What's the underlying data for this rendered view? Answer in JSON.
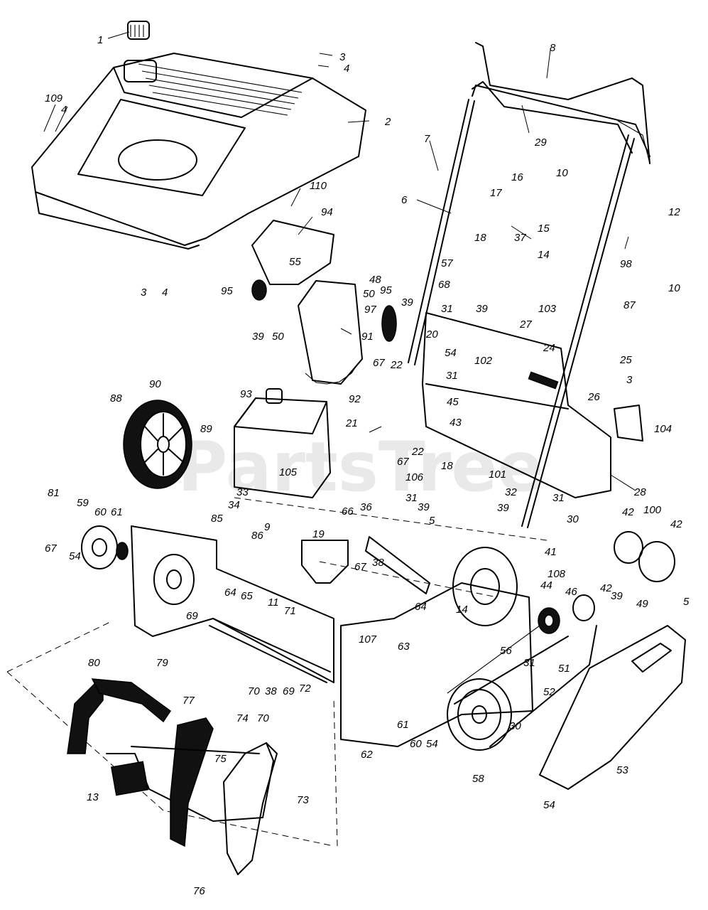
{
  "watermark": "PartsTree",
  "callouts": [
    {
      "id": "c1",
      "text": "1"
    },
    {
      "id": "c2",
      "text": "2"
    },
    {
      "id": "c3a",
      "text": "3"
    },
    {
      "id": "c4a",
      "text": "4"
    },
    {
      "id": "c109",
      "text": "109"
    },
    {
      "id": "c4b",
      "text": "4"
    },
    {
      "id": "c110",
      "text": "110"
    },
    {
      "id": "c3b",
      "text": "3"
    },
    {
      "id": "c4c",
      "text": "4"
    },
    {
      "id": "c94",
      "text": "94"
    },
    {
      "id": "c8",
      "text": "8"
    },
    {
      "id": "c29",
      "text": "29"
    },
    {
      "id": "c7",
      "text": "7"
    },
    {
      "id": "c6",
      "text": "6"
    },
    {
      "id": "c16",
      "text": "16"
    },
    {
      "id": "c17",
      "text": "17"
    },
    {
      "id": "c10a",
      "text": "10"
    },
    {
      "id": "c12",
      "text": "12"
    },
    {
      "id": "c15",
      "text": "15"
    },
    {
      "id": "c18a",
      "text": "18"
    },
    {
      "id": "c37",
      "text": "37"
    },
    {
      "id": "c14a",
      "text": "14"
    },
    {
      "id": "c98",
      "text": "98"
    },
    {
      "id": "c10b",
      "text": "10"
    },
    {
      "id": "c55",
      "text": "55"
    },
    {
      "id": "c48",
      "text": "48"
    },
    {
      "id": "c50a",
      "text": "50"
    },
    {
      "id": "c57",
      "text": "57"
    },
    {
      "id": "c95a",
      "text": "95"
    },
    {
      "id": "c95b",
      "text": "95"
    },
    {
      "id": "c97",
      "text": "97"
    },
    {
      "id": "c68",
      "text": "68"
    },
    {
      "id": "c39a",
      "text": "39"
    },
    {
      "id": "c50b",
      "text": "50"
    },
    {
      "id": "c39b",
      "text": "39"
    },
    {
      "id": "c31a",
      "text": "31"
    },
    {
      "id": "c39c",
      "text": "39"
    },
    {
      "id": "c87",
      "text": "87"
    },
    {
      "id": "c103",
      "text": "103"
    },
    {
      "id": "c91",
      "text": "91"
    },
    {
      "id": "c20",
      "text": "20"
    },
    {
      "id": "c27",
      "text": "27"
    },
    {
      "id": "c24",
      "text": "24"
    },
    {
      "id": "c54a",
      "text": "54"
    },
    {
      "id": "c102",
      "text": "102"
    },
    {
      "id": "c25",
      "text": "25"
    },
    {
      "id": "c67a",
      "text": "67"
    },
    {
      "id": "c22a",
      "text": "22"
    },
    {
      "id": "c31b",
      "text": "31"
    },
    {
      "id": "c90",
      "text": "90"
    },
    {
      "id": "c92",
      "text": "92"
    },
    {
      "id": "c3c",
      "text": "3"
    },
    {
      "id": "c93",
      "text": "93"
    },
    {
      "id": "c45",
      "text": "45"
    },
    {
      "id": "c26",
      "text": "26"
    },
    {
      "id": "c88",
      "text": "88"
    },
    {
      "id": "c43",
      "text": "43"
    },
    {
      "id": "c104",
      "text": "104"
    },
    {
      "id": "c21",
      "text": "21"
    },
    {
      "id": "c89",
      "text": "89"
    },
    {
      "id": "c22b",
      "text": "22"
    },
    {
      "id": "c67b",
      "text": "67"
    },
    {
      "id": "c18b",
      "text": "18"
    },
    {
      "id": "c101",
      "text": "101"
    },
    {
      "id": "c105",
      "text": "105"
    },
    {
      "id": "c106",
      "text": "106"
    },
    {
      "id": "c32",
      "text": "32"
    },
    {
      "id": "c28",
      "text": "28"
    },
    {
      "id": "c33",
      "text": "33"
    },
    {
      "id": "c34",
      "text": "34"
    },
    {
      "id": "c36",
      "text": "36"
    },
    {
      "id": "c31c",
      "text": "31"
    },
    {
      "id": "c30a",
      "text": "30"
    },
    {
      "id": "c81",
      "text": "81"
    },
    {
      "id": "c59",
      "text": "59"
    },
    {
      "id": "c60a",
      "text": "60"
    },
    {
      "id": "c61a",
      "text": "61"
    },
    {
      "id": "c85",
      "text": "85"
    },
    {
      "id": "c66",
      "text": "66"
    },
    {
      "id": "c31d",
      "text": "31"
    },
    {
      "id": "c39d",
      "text": "39"
    },
    {
      "id": "c39e",
      "text": "39"
    },
    {
      "id": "c42a",
      "text": "42"
    },
    {
      "id": "c100",
      "text": "100"
    },
    {
      "id": "c42b",
      "text": "42"
    },
    {
      "id": "c9",
      "text": "9"
    },
    {
      "id": "c19",
      "text": "19"
    },
    {
      "id": "c5a",
      "text": "5"
    },
    {
      "id": "c67c",
      "text": "67"
    },
    {
      "id": "c54b",
      "text": "54"
    },
    {
      "id": "c86",
      "text": "86"
    },
    {
      "id": "c41",
      "text": "41"
    },
    {
      "id": "c108",
      "text": "108"
    },
    {
      "id": "c67d",
      "text": "67"
    },
    {
      "id": "c38a",
      "text": "38"
    },
    {
      "id": "c65",
      "text": "65"
    },
    {
      "id": "c11",
      "text": "11"
    },
    {
      "id": "c71",
      "text": "71"
    },
    {
      "id": "c44",
      "text": "44"
    },
    {
      "id": "c46",
      "text": "46"
    },
    {
      "id": "c42c",
      "text": "42"
    },
    {
      "id": "c39f",
      "text": "39"
    },
    {
      "id": "c49",
      "text": "49"
    },
    {
      "id": "c5b",
      "text": "5"
    },
    {
      "id": "c64a",
      "text": "64"
    },
    {
      "id": "c64b",
      "text": "64"
    },
    {
      "id": "c14b",
      "text": "14"
    },
    {
      "id": "c69a",
      "text": "69"
    },
    {
      "id": "c107",
      "text": "107"
    },
    {
      "id": "c63",
      "text": "63"
    },
    {
      "id": "c56",
      "text": "56"
    },
    {
      "id": "c31e",
      "text": "31"
    },
    {
      "id": "c51",
      "text": "51"
    },
    {
      "id": "c80",
      "text": "80"
    },
    {
      "id": "c79",
      "text": "79"
    },
    {
      "id": "c70a",
      "text": "70"
    },
    {
      "id": "c38b",
      "text": "38"
    },
    {
      "id": "c69b",
      "text": "69"
    },
    {
      "id": "c72",
      "text": "72"
    },
    {
      "id": "c52",
      "text": "52"
    },
    {
      "id": "c77",
      "text": "77"
    },
    {
      "id": "c74",
      "text": "74"
    },
    {
      "id": "c70b",
      "text": "70"
    },
    {
      "id": "c61b",
      "text": "61"
    },
    {
      "id": "c60b",
      "text": "60"
    },
    {
      "id": "c54c",
      "text": "54"
    },
    {
      "id": "c30b",
      "text": "30"
    },
    {
      "id": "c13",
      "text": "13"
    },
    {
      "id": "c75",
      "text": "75"
    },
    {
      "id": "c62",
      "text": "62"
    },
    {
      "id": "c58",
      "text": "58"
    },
    {
      "id": "c53",
      "text": "53"
    },
    {
      "id": "c54d",
      "text": "54"
    },
    {
      "id": "c73",
      "text": "73"
    },
    {
      "id": "c76",
      "text": "76"
    }
  ]
}
